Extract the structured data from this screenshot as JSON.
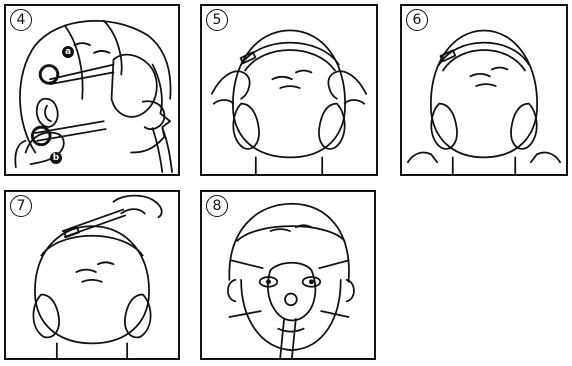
{
  "steps": [
    {
      "number": "4",
      "callouts": [
        "a",
        "b"
      ]
    },
    {
      "number": "5"
    },
    {
      "number": "6"
    },
    {
      "number": "7"
    },
    {
      "number": "8"
    }
  ]
}
